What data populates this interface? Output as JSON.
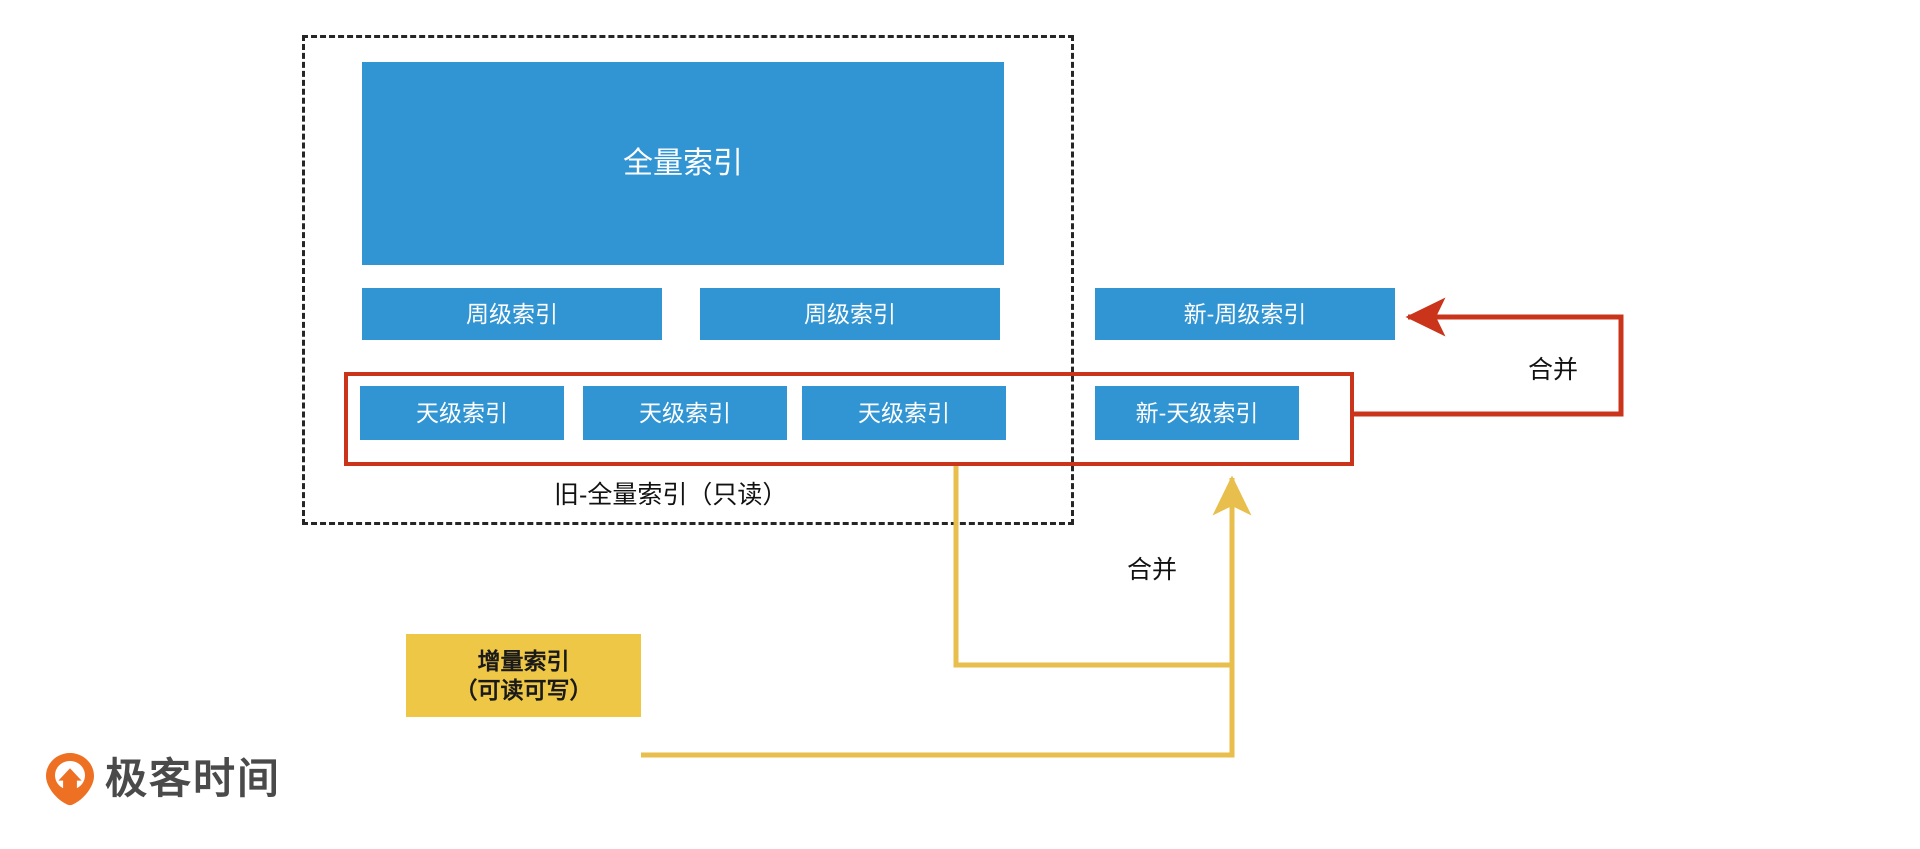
{
  "diagram": {
    "title_region_label": "旧-全量索引（只读）",
    "full_index": {
      "label": "全量索引"
    },
    "weekly": [
      {
        "label": "周级索引"
      },
      {
        "label": "周级索引"
      }
    ],
    "weekly_new": {
      "label": "新-周级索引"
    },
    "daily": [
      {
        "label": "天级索引"
      },
      {
        "label": "天级索引"
      },
      {
        "label": "天级索引"
      }
    ],
    "daily_new": {
      "label": "新-天级索引"
    },
    "incremental": {
      "label": "增量索引\n（可读可写）"
    },
    "merge_label_right": "合并",
    "merge_label_bottom": "合并",
    "colors": {
      "blue": "#3195D4",
      "yellow": "#EFC746",
      "yellow_line": "#E8BE4D",
      "red": "#C9341B",
      "dash": "#262626",
      "logo_orange": "#EE7023",
      "logo_text": "#4a4a4a"
    }
  },
  "footer": {
    "brand": "极客时间"
  }
}
